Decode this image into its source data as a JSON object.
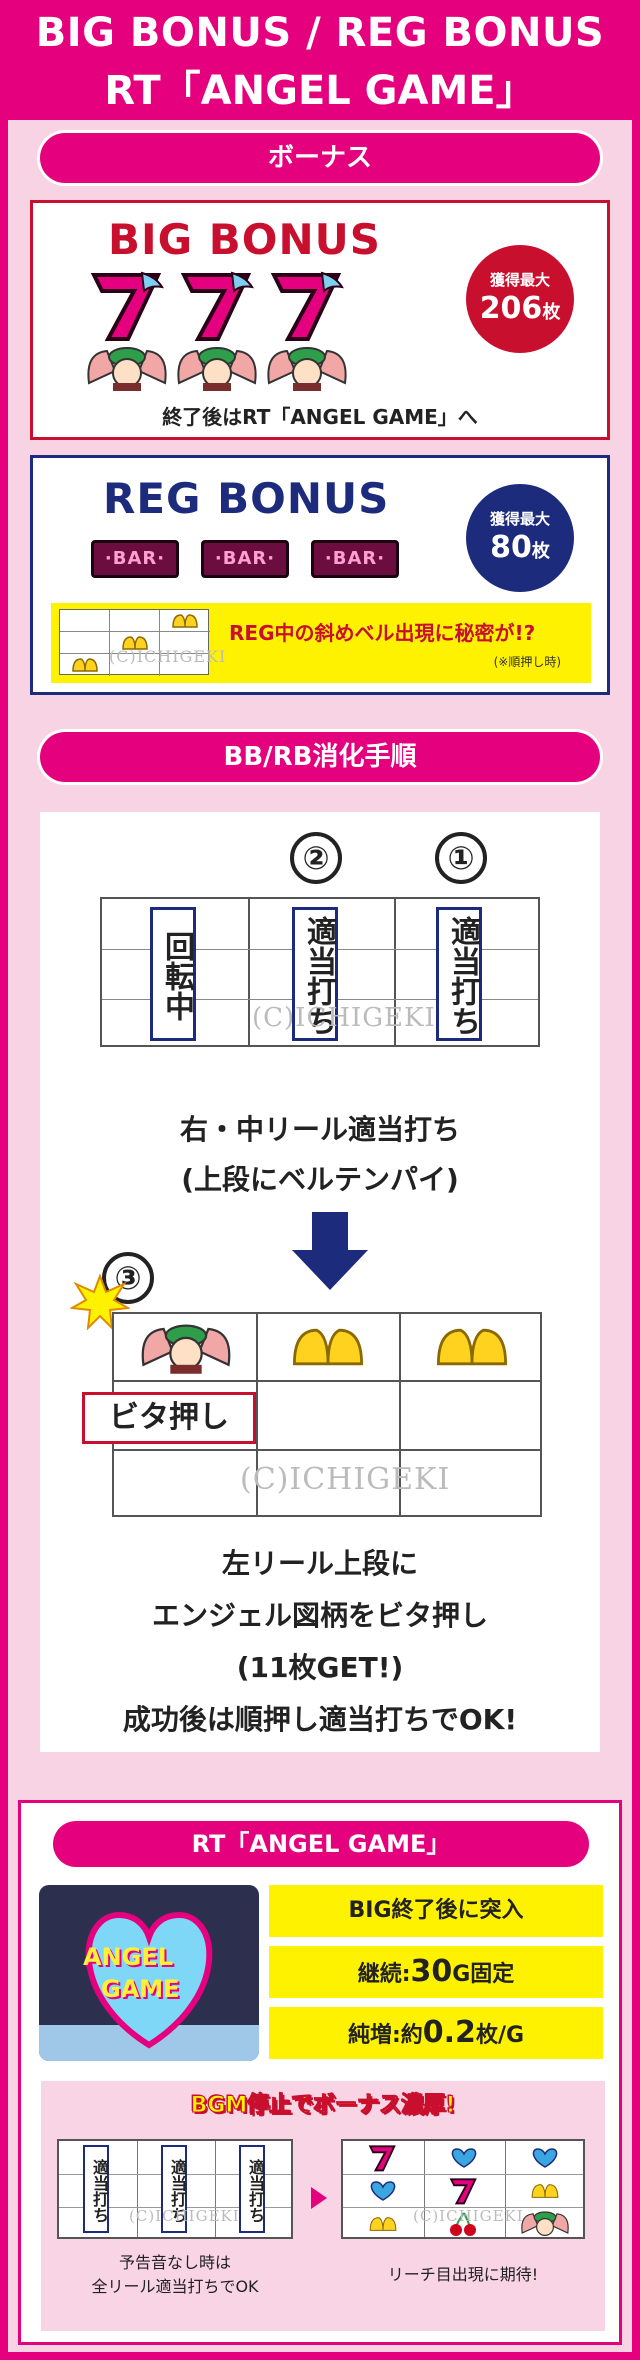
{
  "header": {
    "line1": "BIG BONUS / REG BONUS",
    "line2": "RT「ANGEL GAME」"
  },
  "sections": {
    "bonus": "ボーナス",
    "procedure": "BB/RB消化手順",
    "rt": "RT「ANGEL GAME」"
  },
  "big": {
    "title": "BIG BONUS",
    "badge_top": "獲得最大",
    "badge_num": "206",
    "badge_unit": "枚",
    "after": "終了後はRT「ANGEL GAME」へ"
  },
  "reg": {
    "title": "REG BONUS",
    "badge_top": "獲得最大",
    "badge_num": "80",
    "badge_unit": "枚",
    "bar_label": "·BAR·",
    "hint": "REG中の斜めベル出現に秘密が!?",
    "hint_sub": "(※順押し時)"
  },
  "watermark": "(C)ICHIGEKI",
  "procedure": {
    "num1": "①",
    "num2": "②",
    "num3": "③",
    "reel_left": "回転中",
    "reel_mid": "適当打ち",
    "reel_right": "適当打ち",
    "step1_line1": "右・中リール適当打ち",
    "step1_line2": "(上段にベルテンパイ)",
    "bita": "ビタ押し",
    "step2_line1": "左リール上段に",
    "step2_line2": "エンジェル図柄をビタ押し",
    "step2_line3": "(11枚GET!)",
    "step2_line4": "成功後は順押し適当打ちでOK!"
  },
  "rt": {
    "logo_line1": "ANGEL",
    "logo_line2": "GAME",
    "info1": "BIG終了後に突入",
    "info2_label": "継続:",
    "info2_num": "30",
    "info2_unit": "G固定",
    "info3_label": "純増:約",
    "info3_num": "0.2",
    "info3_unit": "枚/G",
    "bgm_title": "BGM停止でボーナス濃厚!",
    "reel_label": "適当打ち",
    "cap_left1": "予告音なし時は",
    "cap_left2": "全リール適当打ちでOK",
    "cap_right": "リーチ目出現に期待!"
  },
  "colors": {
    "magenta": "#e5007e",
    "red": "#c8102e",
    "navy": "#1d2b7c",
    "yellow": "#fff200"
  }
}
